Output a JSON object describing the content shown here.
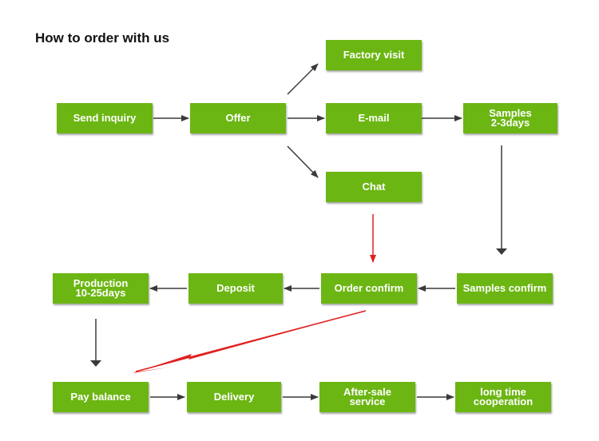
{
  "title": "How to order with us",
  "nodes": {
    "send_inquiry": {
      "line1": "Send inquiry",
      "line2": ""
    },
    "offer": {
      "line1": "Offer",
      "line2": ""
    },
    "factory_visit": {
      "line1": "Factory visit",
      "line2": ""
    },
    "email": {
      "line1": "E-mail",
      "line2": ""
    },
    "chat": {
      "line1": "Chat",
      "line2": ""
    },
    "samples": {
      "line1": "Samples",
      "line2": "2-3days"
    },
    "samples_confirm": {
      "line1": "Samples confirm",
      "line2": ""
    },
    "order_confirm": {
      "line1": "Order confirm",
      "line2": ""
    },
    "deposit": {
      "line1": "Deposit",
      "line2": ""
    },
    "production": {
      "line1": "Production",
      "line2": "10-25days"
    },
    "pay_balance": {
      "line1": "Pay balance",
      "line2": ""
    },
    "delivery": {
      "line1": "Delivery",
      "line2": ""
    },
    "after_sale": {
      "line1": "After-sale",
      "line2": "service"
    },
    "long_time": {
      "line1": "long time",
      "line2": "cooperation"
    }
  },
  "colors": {
    "node_fill": "#6cb613",
    "node_text": "#ffffff",
    "arrow_dark": "#3a3a3a",
    "arrow_red": "#e02020"
  }
}
